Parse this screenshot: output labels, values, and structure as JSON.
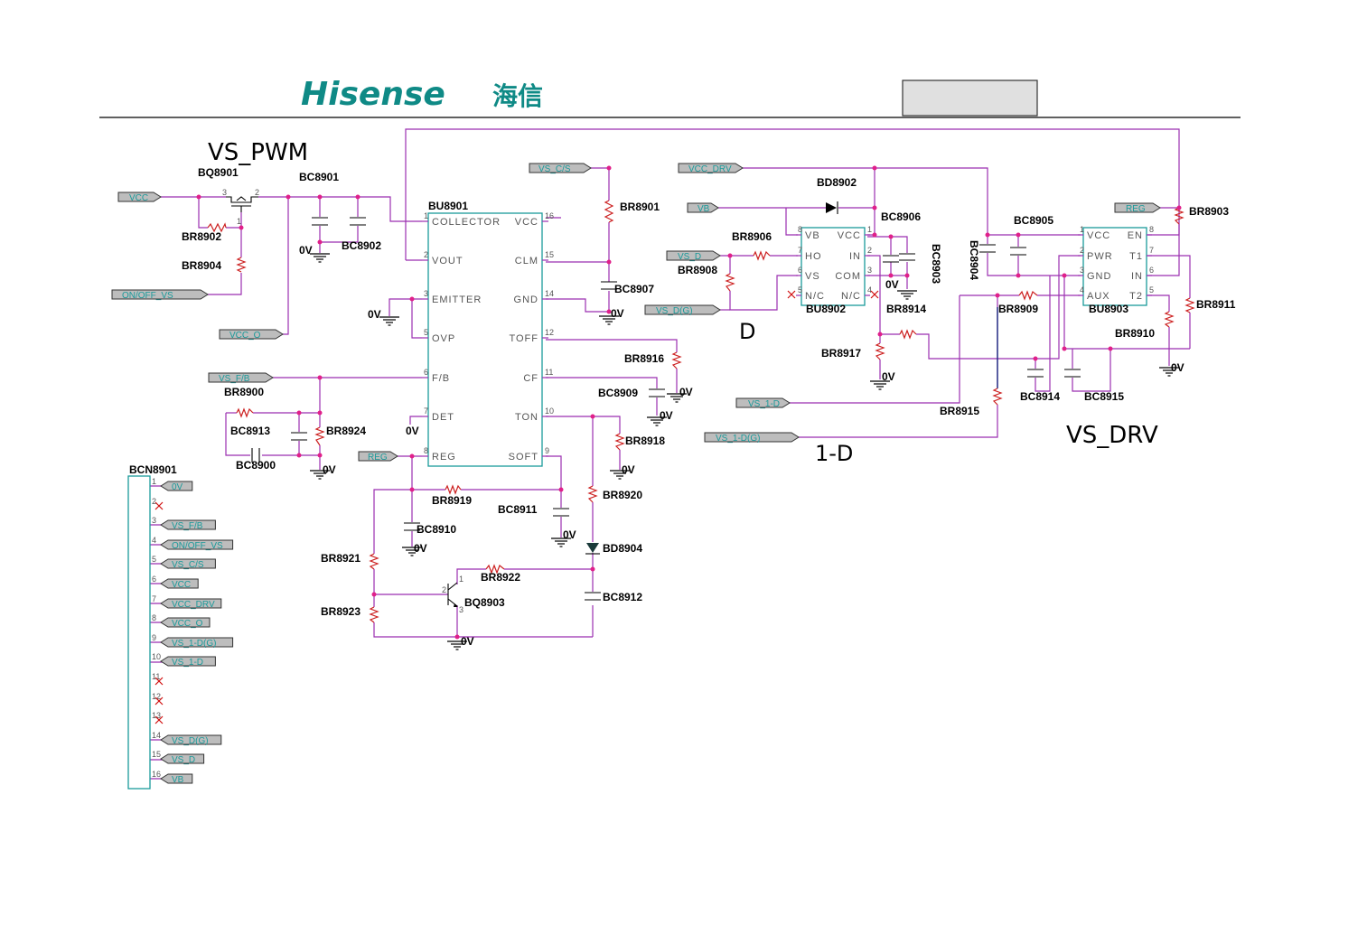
{
  "header": {
    "logo_text": "Hisense",
    "logo_cjk": "海信"
  },
  "titles": {
    "vs_pwm": "VS_PWM",
    "vs_drv": "VS_DRV",
    "d": "D",
    "one_d": "1-D"
  },
  "ports": {
    "vcc": "VCC",
    "on_off_vs": "ON/OFF_VS",
    "vcc_o": "VCC_O",
    "vs_cs": "VS_C/S",
    "vs_fb": "VS_F/B",
    "reg1": "REG",
    "vcc_drv": "VCC_DRV",
    "vb": "VB",
    "vs_d": "VS_D",
    "vs_dg": "VS_D(G)",
    "reg2": "REG",
    "vs_1d": "VS_1-D",
    "vs_1dg": "VS_1-D(G)"
  },
  "ics": {
    "bu8901": {
      "ref": "BU8901",
      "left": [
        {
          "n": "1",
          "name": "COLLECTOR"
        },
        {
          "n": "2",
          "name": "VOUT"
        },
        {
          "n": "3",
          "name": "EMITTER"
        },
        {
          "n": "5",
          "name": "OVP"
        },
        {
          "n": "6",
          "name": "F/B"
        },
        {
          "n": "7",
          "name": "DET"
        },
        {
          "n": "8",
          "name": "REG"
        }
      ],
      "right": [
        {
          "n": "16",
          "name": "VCC"
        },
        {
          "n": "15",
          "name": "CLM"
        },
        {
          "n": "14",
          "name": "GND"
        },
        {
          "n": "12",
          "name": "TOFF"
        },
        {
          "n": "11",
          "name": "CF"
        },
        {
          "n": "10",
          "name": "TON"
        },
        {
          "n": "9",
          "name": "SOFT"
        }
      ]
    },
    "bu8902": {
      "ref": "BU8902",
      "left": [
        {
          "n": "8",
          "name": "VB"
        },
        {
          "n": "7",
          "name": "HO"
        },
        {
          "n": "6",
          "name": "VS"
        },
        {
          "n": "5",
          "name": "N/C"
        }
      ],
      "right": [
        {
          "n": "1",
          "name": "VCC"
        },
        {
          "n": "2",
          "name": "IN"
        },
        {
          "n": "3",
          "name": "COM"
        },
        {
          "n": "4",
          "name": "N/C"
        }
      ]
    },
    "bu8903": {
      "ref": "BU8903",
      "left": [
        {
          "n": "1",
          "name": "VCC"
        },
        {
          "n": "2",
          "name": "PWR"
        },
        {
          "n": "3",
          "name": "GND"
        },
        {
          "n": "4",
          "name": "AUX"
        }
      ],
      "right": [
        {
          "n": "8",
          "name": "EN"
        },
        {
          "n": "7",
          "name": "T1"
        },
        {
          "n": "6",
          "name": "IN"
        },
        {
          "n": "5",
          "name": "T2"
        }
      ]
    }
  },
  "refs": {
    "bq8901": "BQ8901",
    "bc8901": "BC8901",
    "br8902": "BR8902",
    "br8904": "BR8904",
    "bc8902": "BC8902",
    "br8901": "BR8901",
    "bc8907": "BC8907",
    "br8916": "BR8916",
    "bc8909": "BC8909",
    "br8918": "BR8918",
    "br8900": "BR8900",
    "bc8913": "BC8913",
    "br8924": "BR8924",
    "bc8900": "BC8900",
    "br8919": "BR8919",
    "bc8910": "BC8910",
    "bc8911": "BC8911",
    "br8920": "BR8920",
    "bd8904": "BD8904",
    "br8921": "BR8921",
    "br8922": "BR8922",
    "bq8903": "BQ8903",
    "bc8912": "BC8912",
    "br8923": "BR8923",
    "bd8902": "BD8902",
    "bc8906": "BC8906",
    "br8906": "BR8906",
    "br8908": "BR8908",
    "br8914": "BR8914",
    "br8917": "BR8917",
    "bc8905": "BC8905",
    "br8903": "BR8903",
    "br8909": "BR8909",
    "br8911": "BR8911",
    "br8910": "BR8910",
    "bc8914": "BC8914",
    "bc8915": "BC8915",
    "br8915": "BR8915",
    "bc8904_v": "BC8904",
    "bc8903_v": "BC8903",
    "bcn8901": "BCN8901"
  },
  "gnd_label": "0V",
  "connector": {
    "ref": "BCN8901",
    "pins": [
      {
        "n": "1",
        "label": "0V"
      },
      {
        "n": "2",
        "label": ""
      },
      {
        "n": "3",
        "label": "VS_F/B"
      },
      {
        "n": "4",
        "label": "ON/OFF_VS"
      },
      {
        "n": "5",
        "label": "VS_C/S"
      },
      {
        "n": "6",
        "label": "VCC"
      },
      {
        "n": "7",
        "label": "VCC_DRV"
      },
      {
        "n": "8",
        "label": "VCC_O"
      },
      {
        "n": "9",
        "label": "VS_1-D(G)"
      },
      {
        "n": "10",
        "label": "VS_1-D"
      },
      {
        "n": "11",
        "label": ""
      },
      {
        "n": "12",
        "label": ""
      },
      {
        "n": "13",
        "label": ""
      },
      {
        "n": "14",
        "label": "VS_D(G)"
      },
      {
        "n": "15",
        "label": "VS_D"
      },
      {
        "n": "16",
        "label": "VB"
      }
    ]
  },
  "colors": {
    "wire": "#9b2fb0",
    "part": "#cc2020",
    "ic_outline": "#1a9a9a",
    "junction": "#e0208a",
    "logo": "#0f8a86"
  }
}
